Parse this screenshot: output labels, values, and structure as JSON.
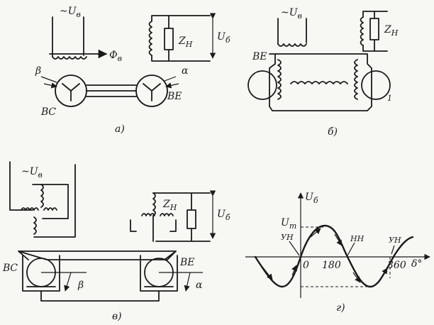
{
  "panel_a": {
    "supply": "~U",
    "supply_sub": "в",
    "flux": "Ф",
    "flux_sub": "в",
    "angle_left": "β",
    "angle_right": "α",
    "left_machine": "ВС",
    "right_machine": "ВЕ",
    "load": "Z",
    "load_sub": "Н",
    "output": "U",
    "output_sub": "б",
    "caption": "а)"
  },
  "panel_b": {
    "supply": "~U",
    "supply_sub": "в",
    "load": "Z",
    "load_sub": "Н",
    "machine": "ВЕ",
    "numeral": "1",
    "caption": "б)"
  },
  "panel_c": {
    "supply": "~U",
    "supply_sub": "в",
    "load": "Z",
    "load_sub": "Н",
    "output": "U",
    "output_sub": "б",
    "left_machine": "ВС",
    "right_machine": "ВЕ",
    "angle_left": "β",
    "angle_right": "α",
    "caption": "в)"
  },
  "panel_d": {
    "y_axis": "U",
    "y_axis_sub": "б",
    "amplitude": "U",
    "amplitude_sub": "m",
    "x_axis": "δ°",
    "tick_0": "0",
    "tick_180": "180",
    "tick_360": "360",
    "stable_label_1": "УН",
    "unstable_label": "НН",
    "stable_label_2": "УН",
    "caption": "г)"
  }
}
